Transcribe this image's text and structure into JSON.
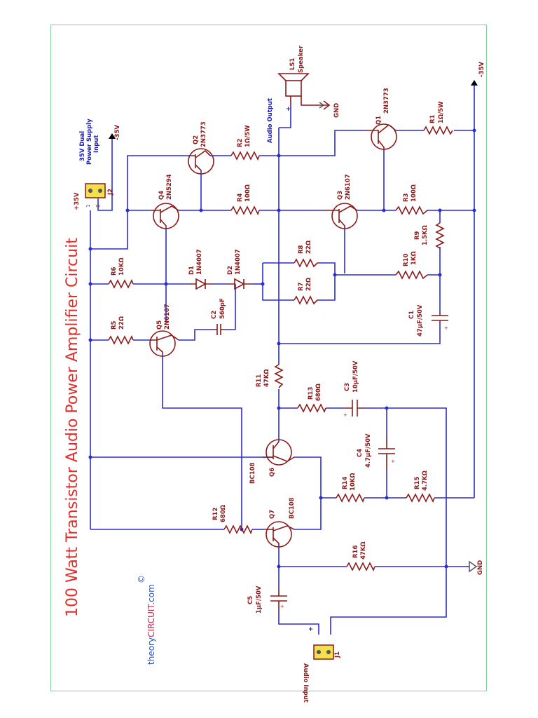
{
  "title": "100 Watt Transistor Audio Power Amplifier Circuit",
  "brand": {
    "prefix": "theory",
    "highlight": "CIRCUIT",
    "suffix": ".com",
    "copyright": "©"
  },
  "power": {
    "plus": "+35V",
    "minus": "-35V",
    "minus_right": "-35V",
    "supply_label_1": "35V Dual",
    "supply_label_2": "Power Supply",
    "supply_label_3": "Input",
    "connector": "J2"
  },
  "gnd_top": "GND",
  "gnd_bottom": "GND",
  "audio_output": "Audio Output",
  "audio_input": "Audio Input",
  "input_connector": "J1",
  "speaker": {
    "ref": "LS1",
    "label": "Speaker"
  },
  "transistors": [
    {
      "ref": "Q1",
      "part": "2N3773"
    },
    {
      "ref": "Q2",
      "part": "2N3773"
    },
    {
      "ref": "Q3",
      "part": "2N6107"
    },
    {
      "ref": "Q4",
      "part": "2N5294"
    },
    {
      "ref": "Q5",
      "part": "2N6107"
    },
    {
      "ref": "Q6",
      "part": "BC108"
    },
    {
      "ref": "Q7",
      "part": "BC108"
    }
  ],
  "resistors": [
    {
      "ref": "R1",
      "value": "1Ω/5W"
    },
    {
      "ref": "R2",
      "value": "1Ω/5W"
    },
    {
      "ref": "R3",
      "value": "100Ω"
    },
    {
      "ref": "R4",
      "value": "100Ω"
    },
    {
      "ref": "R5",
      "value": "22Ω"
    },
    {
      "ref": "R6",
      "value": "10KΩ"
    },
    {
      "ref": "R7",
      "value": "22Ω"
    },
    {
      "ref": "R8",
      "value": "22Ω"
    },
    {
      "ref": "R9",
      "value": "1.5KΩ"
    },
    {
      "ref": "R10",
      "value": "1KΩ"
    },
    {
      "ref": "R11",
      "value": "47KΩ"
    },
    {
      "ref": "R12",
      "value": "680Ω"
    },
    {
      "ref": "R13",
      "value": "680Ω"
    },
    {
      "ref": "R14",
      "value": "10KΩ"
    },
    {
      "ref": "R15",
      "value": "4.7KΩ"
    },
    {
      "ref": "R16",
      "value": "47KΩ"
    }
  ],
  "capacitors": [
    {
      "ref": "C1",
      "value": "47μF/50V"
    },
    {
      "ref": "C2",
      "value": "560pF"
    },
    {
      "ref": "C3",
      "value": "10μF/50V"
    },
    {
      "ref": "C4",
      "value": "4.7μF/50V"
    },
    {
      "ref": "C5",
      "value": "1μF/50V"
    }
  ],
  "diodes": [
    {
      "ref": "D1",
      "part": "1N4007"
    },
    {
      "ref": "D2",
      "part": "1N4007"
    }
  ]
}
